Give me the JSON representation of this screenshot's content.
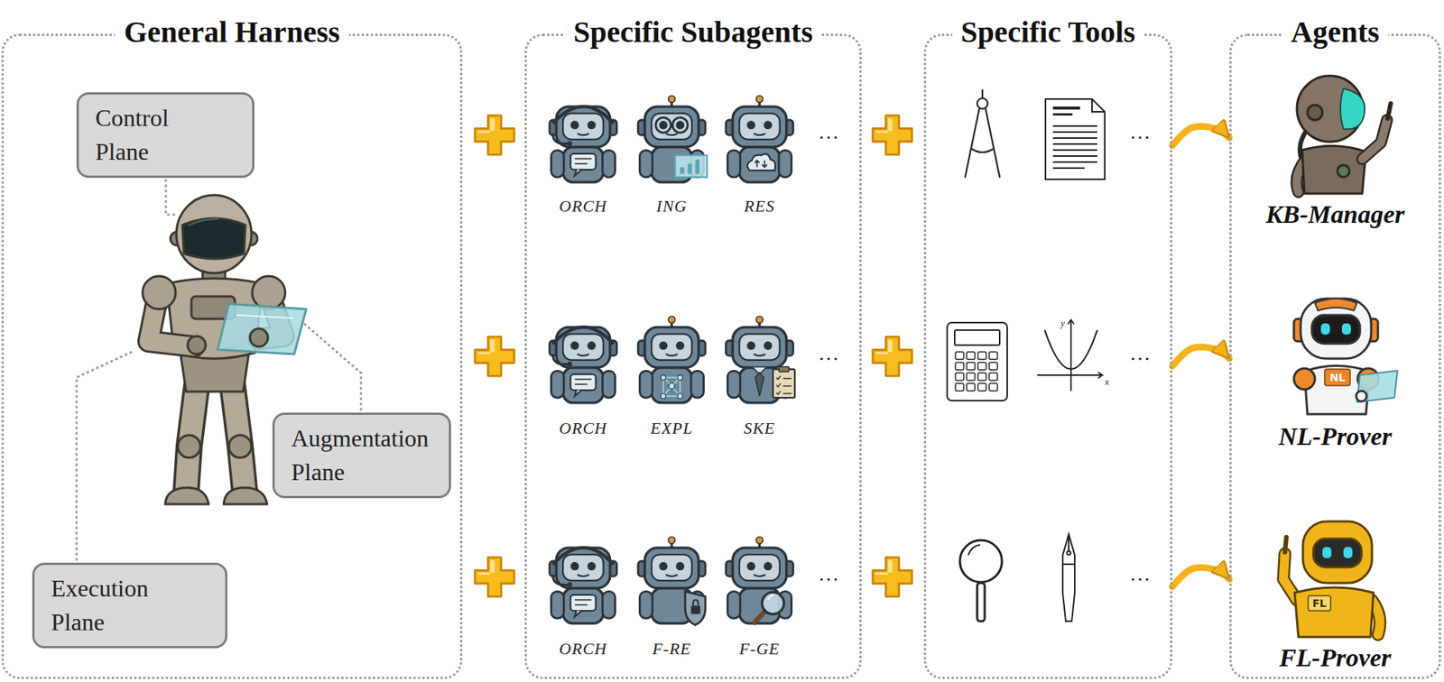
{
  "diagram": {
    "nodes": [
      {
        "text": [
          "General Harness"
        ]
      },
      {
        "text": [
          "Control Plane"
        ],
        "in": 0
      },
      {
        "text": [
          "Augmentation Plane"
        ],
        "in": 0
      },
      {
        "text": [
          "Execution Plane"
        ],
        "in": 0
      },
      {
        "text": [
          "Specific Subagents"
        ]
      },
      {
        "text": [
          "Specific Tools"
        ]
      },
      {
        "text": [
          "Agents"
        ]
      }
    ],
    "edges": [
      {
        "from": 5,
        "to": 6,
        "arrow": "to"
      },
      {
        "from": 5,
        "to": 6,
        "arrow": "to"
      },
      {
        "from": 5,
        "to": 6,
        "arrow": "to"
      }
    ],
    "labels": [
      "ORCH",
      "ING",
      "RES",
      "…",
      "ORCH",
      "EXPL",
      "SKE",
      "…",
      "ORCH",
      "F-RE",
      "F-GE",
      "…",
      "…",
      "…",
      "…",
      "KB-Manager",
      "NL",
      "NL-Prover",
      "FL",
      "FL-Prover",
      "y",
      "x"
    ]
  }
}
